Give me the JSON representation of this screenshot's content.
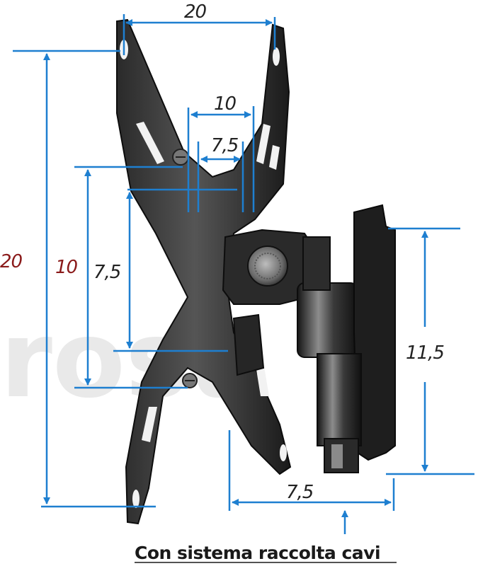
{
  "diagram": {
    "caption": "Con sistema raccolta cavi",
    "watermark": "rosu",
    "colors": {
      "dimension_line": "#1e7fd0",
      "label_dark": "#222222",
      "label_red": "#8a1a1a",
      "metal_dark": "#1f1f1f",
      "metal_mid": "#4a4a4a",
      "metal_light": "#9a9a9a",
      "watermark": "#e9e9e9"
    },
    "dimensions": {
      "top_width": "20",
      "inner_width_10": "10",
      "inner_width_7_5": "7,5",
      "left_height_20": "20",
      "left_height_10": "10",
      "left_height_7_5": "7,5",
      "arm_height": "11,5",
      "arm_depth": "7,5"
    }
  }
}
